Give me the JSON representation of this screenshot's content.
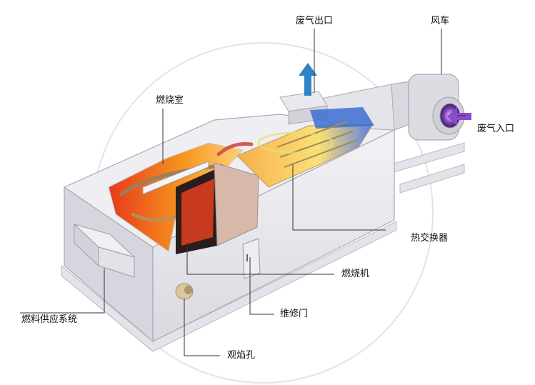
{
  "labels": {
    "exhaust_outlet": "废气出口",
    "fan": "风车",
    "combustion_chamber": "燃烧室",
    "exhaust_inlet": "废气入口",
    "heat_exchanger": "热交换器",
    "burner": "燃烧机",
    "fuel_supply_system": "燃料供应系统",
    "maintenance_door": "维修门",
    "sight_hole": "观焰孔"
  },
  "colors": {
    "flame_hot": "#e53a1c",
    "flame_warm": "#f7941d",
    "flame_light": "#ffd27a",
    "exhaust_arrow": "#2f84c9",
    "cool_zone": "#3c6fd1",
    "fan_core": "#7b3fb5",
    "casing": "#e9e9ee",
    "leader_line": "#333333"
  }
}
